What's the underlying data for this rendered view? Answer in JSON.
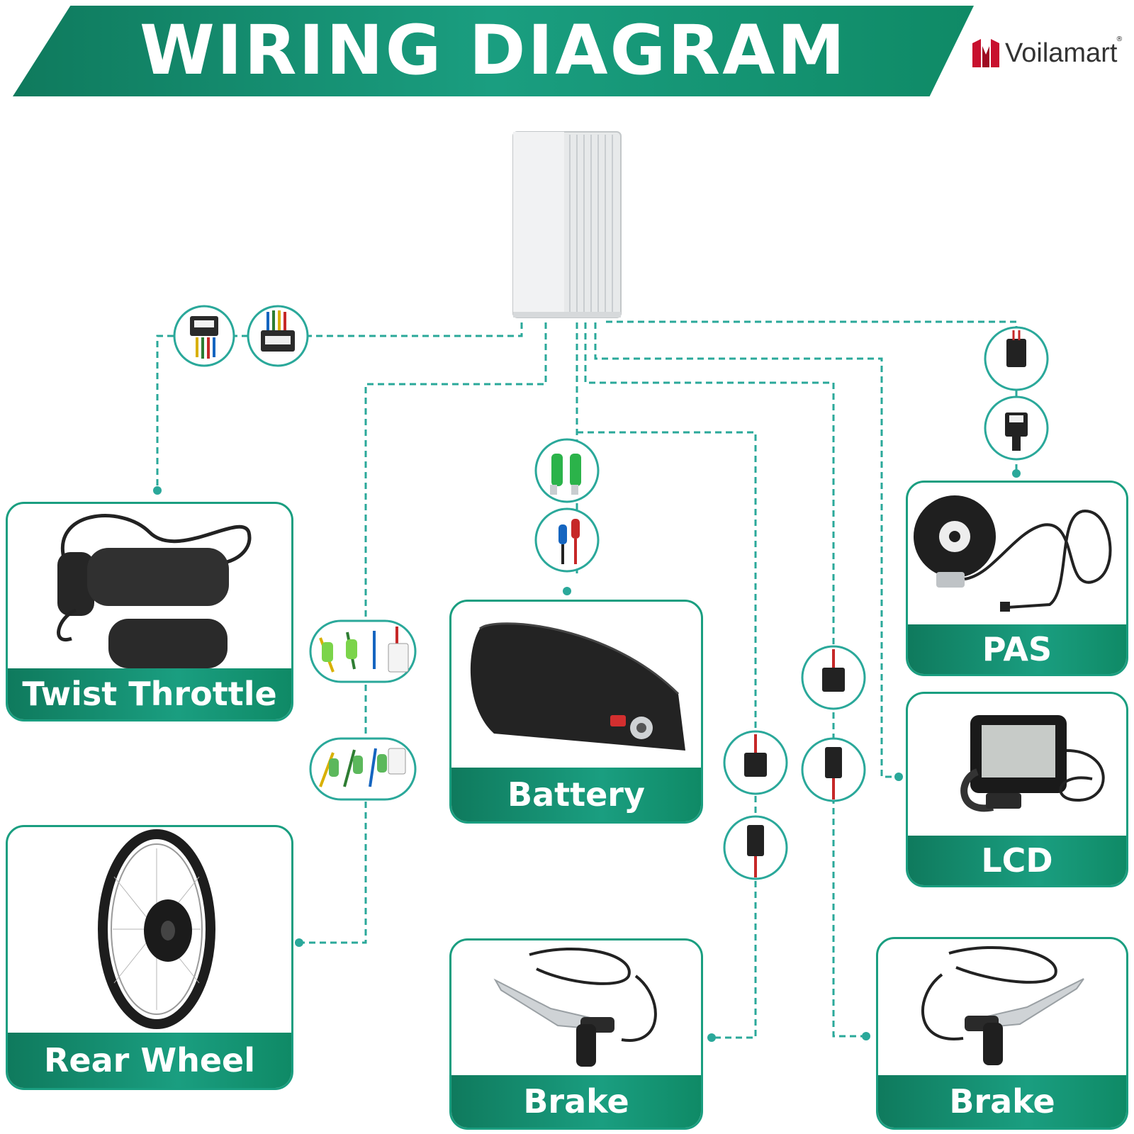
{
  "header": {
    "title": "WIRING DIAGRAM",
    "brand": "Voilamart",
    "brand_mark": "®"
  },
  "colors": {
    "primary": "#1a9e80",
    "primary_dark": "#0f7a5d",
    "line": "#2aa89a"
  },
  "components": {
    "twist_throttle": "Twist Throttle",
    "battery": "Battery",
    "pas": "PAS",
    "lcd": "LCD",
    "rear_wheel": "Rear Wheel",
    "brake_left": "Brake",
    "brake_right": "Brake"
  },
  "icons": {
    "controller": "controller-unit-icon",
    "connector": "wire-connector-icon",
    "throttle": "twist-grip-icon",
    "battery": "battery-pack-icon",
    "pas": "pedal-sensor-icon",
    "lcd": "lcd-display-icon",
    "wheel": "hub-motor-wheel-icon",
    "brake": "brake-lever-icon"
  }
}
